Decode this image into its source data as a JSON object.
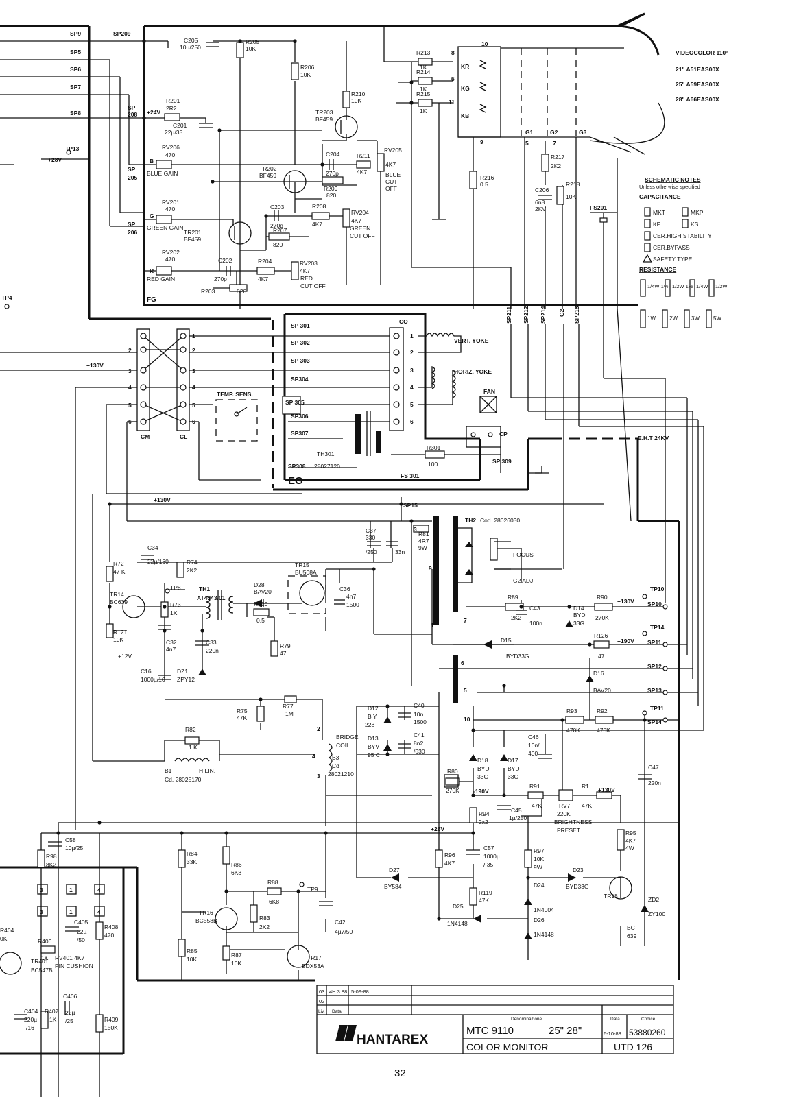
{
  "side_labels": {
    "videocolor_title": "VIDEOCOLOR 110°",
    "videocolor_items": [
      "21\"  A51EAS00X",
      "25\"  A59EAS00X",
      "28\"  A66EAS00X"
    ],
    "notes_title": "SCHEMATIC NOTES",
    "notes_sub": "Unless otherwise specified",
    "capacitance_title": "CAPACITANCE",
    "cap_legend": [
      "MKT",
      "MKP",
      "KP",
      "KS",
      "CER.HIGH STABILITY",
      "CER.BYPASS"
    ],
    "safety": "SAFETY TYPE",
    "resistance_title": "RESISTANCE",
    "res_legend_1": [
      "1/4W 1%",
      "1/2W 1%",
      "1/4W",
      "1/2W"
    ],
    "res_legend_2": [
      "1W",
      "2W",
      "3W",
      "5W"
    ]
  },
  "fg": {
    "board": "FG",
    "connectors": [
      "SP9",
      "SP5",
      "SP6",
      "SP7",
      "SP8",
      "SP209",
      "TP13",
      "+28V",
      "SP 208",
      "+24V",
      "SP 205",
      "SP 206",
      "B",
      "G",
      "R"
    ],
    "sp_bottom": [
      "SP211",
      "SP212",
      "SP214",
      "G2",
      "SP213",
      "FS201"
    ],
    "crt_pins": [
      "8",
      "6",
      "11",
      "10",
      "9",
      "5",
      "7",
      "KR",
      "KG",
      "KB",
      "G1",
      "G2",
      "G3"
    ],
    "parts": [
      "C205",
      "10µ/250",
      "R205",
      "10K",
      "R206",
      "10K",
      "R210",
      "10K",
      "TR203",
      "BF459",
      "R201",
      "2R2",
      "C201",
      "22µ/35",
      "RV206",
      "470",
      "BLUE GAIN",
      "TR202",
      "BF459",
      "C204",
      "270p",
      "R211",
      "4K7",
      "RV205",
      "4K7",
      "BLUE CUT OFF",
      "R209",
      "820",
      "RV201",
      "470",
      "GREEN GAIN",
      "TR201",
      "BF459",
      "C203",
      "270p",
      "R207",
      "820",
      "R208",
      "4K7",
      "RV204",
      "4K7",
      "GREEN CUT OFF",
      "RV202",
      "470",
      "RED GAIN",
      "C202",
      "270p",
      "R204",
      "4K7",
      "RV203",
      "4K7",
      "RED CUT OFF",
      "R203",
      "820",
      "R213",
      "1K",
      "R214",
      "1K",
      "R215",
      "1K",
      "R216",
      "0.5",
      "R217",
      "2K2",
      "C206",
      "6n8",
      "2KV",
      "R218",
      "10K"
    ]
  },
  "eg": {
    "board": "EG",
    "sp_labels": [
      "SP 301",
      "SP 302",
      "SP 303",
      "SP304",
      "SP 305",
      "SP306",
      "SP307",
      "SP308"
    ],
    "th301": "TH301",
    "th301_code": "28027120",
    "co": "CO",
    "cp": "CP",
    "sp309": "SP 309",
    "fs301": "FS 301",
    "r301": "R301",
    "r301_val": "100",
    "vert_yoke": "VERT. YOKE",
    "horiz_yoke": "HORIZ. YOKE",
    "fan": "FAN",
    "temp_sens": "TEMP. SENS.",
    "eht": "E.H.T 24KV",
    "cm": "CM",
    "cl": "CL",
    "plus130": "+130V"
  },
  "main": {
    "plus130": "+130V",
    "sp15": "SP15",
    "th2": "TH2",
    "th2_code": "Cod. 28026030",
    "focus": "FOCUS",
    "g2adj": "G2 ADJ.",
    "parts": [
      "C34",
      "22µ/160",
      "R72",
      "47K",
      "R74",
      "2K2",
      "TP8",
      "TR14",
      "BC639",
      "R73",
      "1K",
      "TH1",
      "AT4043/01",
      "D28",
      "BAV20",
      "R120",
      "0.5",
      "TR15",
      "BU508A",
      "C36",
      "4n7",
      "1500",
      "C37",
      "330",
      "/250",
      "33n",
      "R81",
      "4R7",
      "9W",
      "R121",
      "10K",
      "C32",
      "4n7",
      "C33",
      "220n",
      "R79",
      "47",
      "C16",
      "1000µ/16",
      "DZ1",
      "ZPY12",
      "+12V",
      "R89",
      "2K2",
      "C43",
      "100n",
      "D14",
      "BYD 33G",
      "R90",
      "270K",
      "+130V",
      "TP10",
      "SP10",
      "D15",
      "BYD33G",
      "R126",
      "47",
      "+190V",
      "TP14",
      "SP11",
      "D16",
      "BAV20",
      "SP12",
      "SP13",
      "R75",
      "47K",
      "R77",
      "1M",
      "D12",
      "BY 228",
      "C40",
      "10n",
      "1500",
      "D13",
      "BYV 95C",
      "C41",
      "8n2",
      "/630",
      "R82",
      "1K",
      "B1",
      "H LIN.",
      "Cd. 28025170",
      "BRIDGE COIL",
      "B3",
      "Cd 28021210",
      "C46",
      "10n/",
      "400",
      "R93",
      "470K",
      "R92",
      "470K",
      "TP11",
      "SP14",
      "D18",
      "BYD 33G",
      "D17",
      "BYD 33G",
      "R80",
      "270K",
      "-190V",
      "R91",
      "47K",
      "RV7",
      "220K",
      "R1",
      "47K",
      "+130V",
      "C47",
      "220n",
      "BRIGHTNESS PRESET",
      "C45",
      "1µ/250",
      "R94",
      "2x2",
      "+26V",
      "R95",
      "4K7",
      "4W",
      "C58",
      "10µ/25",
      "R98",
      "8K2",
      "R84",
      "33K",
      "R86",
      "6K8",
      "R96",
      "4K7",
      "C57",
      "1000µ",
      "/35",
      "R97",
      "10K",
      "9W",
      "D27",
      "BY584",
      "D23",
      "BYD33G",
      "R119",
      "47K",
      "D24",
      "1N4004",
      "TR18",
      "BC 639",
      "ZD2",
      "ZY100",
      "R88",
      "6K8",
      "TP9",
      "C42",
      "4µ7/50",
      "D25",
      "1N4148",
      "D26",
      "1N4148",
      "TR16",
      "BC558B",
      "R83",
      "2K2",
      "R85",
      "10K",
      "R87",
      "10K",
      "TR17",
      "BDX53A",
      "R404",
      "0K",
      "R406",
      "1K",
      "RV401 4K7",
      "PIN CUSHION",
      "C405",
      "22µ",
      "/50",
      "R408",
      "470",
      "TR401",
      "BC547B",
      "C406",
      "C404",
      "220µ",
      "/16",
      "R407",
      "1K",
      "22µ",
      "/25",
      "R409",
      "150K"
    ]
  },
  "title_block": {
    "rev_rows": [
      [
        "03",
        "4H 3 88",
        "5-09-88"
      ],
      [
        "02",
        "",
        ""
      ],
      [
        "Liv.",
        "Data",
        ""
      ]
    ],
    "brand": "HANTAREX",
    "model": "MTC 9110",
    "sizes": "25\"  28\"",
    "product": "COLOR MONITOR",
    "denomination": "Denominazione",
    "date_label": "Data",
    "date": "6-10-88",
    "code_label": "Codice",
    "code": "53880260",
    "ref": "UTD 126"
  },
  "page_number": "32"
}
